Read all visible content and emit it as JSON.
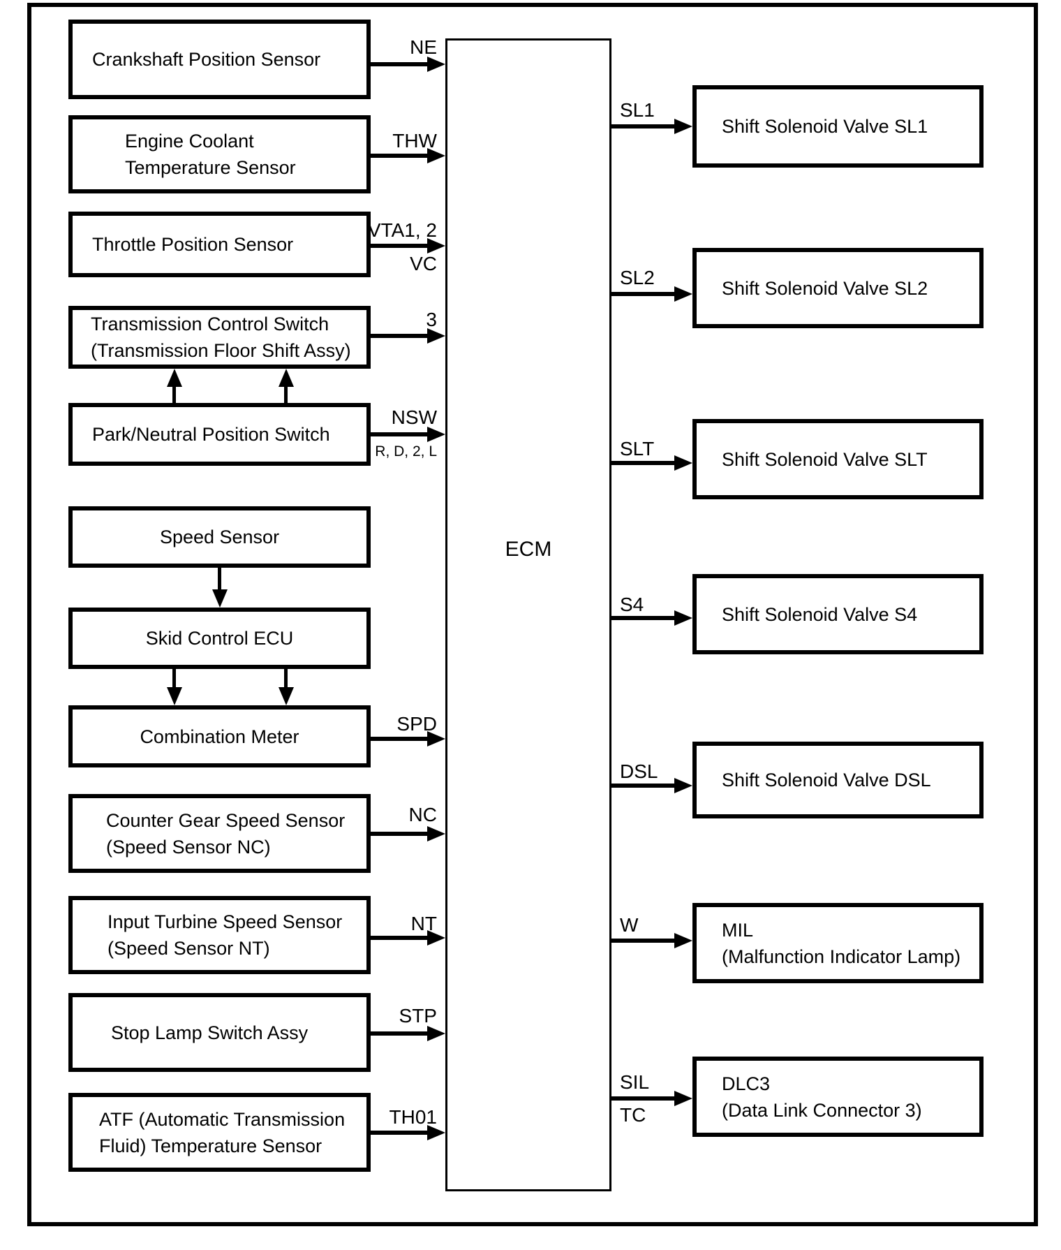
{
  "colors": {
    "line": "#000000",
    "background": "#ffffff"
  },
  "ecm": {
    "label": "ECM"
  },
  "inputs": [
    {
      "lines": [
        "Crankshaft Position Sensor"
      ],
      "signal": "NE"
    },
    {
      "lines": [
        "Engine Coolant",
        "Temperature Sensor"
      ],
      "signal": "THW"
    },
    {
      "lines": [
        "Throttle Position Sensor"
      ],
      "signal": "VTA1, 2",
      "signal_below": "VC"
    },
    {
      "lines": [
        "Transmission Control Switch",
        "(Transmission Floor Shift Assy)"
      ],
      "signal": "3"
    },
    {
      "lines": [
        "Park/Neutral Position Switch"
      ],
      "signal": "NSW",
      "signal_below": "R, D, 2, L"
    },
    {
      "lines": [
        "Speed Sensor"
      ]
    },
    {
      "lines": [
        "Skid Control ECU"
      ]
    },
    {
      "lines": [
        "Combination Meter"
      ],
      "signal": "SPD"
    },
    {
      "lines": [
        "Counter Gear Speed Sensor",
        "(Speed Sensor NC)"
      ],
      "signal": "NC"
    },
    {
      "lines": [
        "Input Turbine Speed Sensor",
        "(Speed Sensor NT)"
      ],
      "signal": "NT"
    },
    {
      "lines": [
        "Stop Lamp Switch Assy"
      ],
      "signal": "STP"
    },
    {
      "lines": [
        "ATF (Automatic Transmission",
        "Fluid) Temperature Sensor"
      ],
      "signal": "TH01"
    }
  ],
  "outputs": [
    {
      "lines": [
        "Shift Solenoid Valve SL1"
      ],
      "signal": "SL1"
    },
    {
      "lines": [
        "Shift Solenoid Valve SL2"
      ],
      "signal": "SL2"
    },
    {
      "lines": [
        "Shift Solenoid Valve SLT"
      ],
      "signal": "SLT"
    },
    {
      "lines": [
        "Shift Solenoid Valve S4"
      ],
      "signal": "S4"
    },
    {
      "lines": [
        "Shift Solenoid Valve DSL"
      ],
      "signal": "DSL"
    },
    {
      "lines": [
        "MIL",
        "(Malfunction Indicator Lamp)"
      ],
      "signal": "W"
    },
    {
      "lines": [
        "DLC3",
        "(Data Link Connector 3)"
      ],
      "signal": "SIL",
      "signal_below": "TC"
    }
  ]
}
